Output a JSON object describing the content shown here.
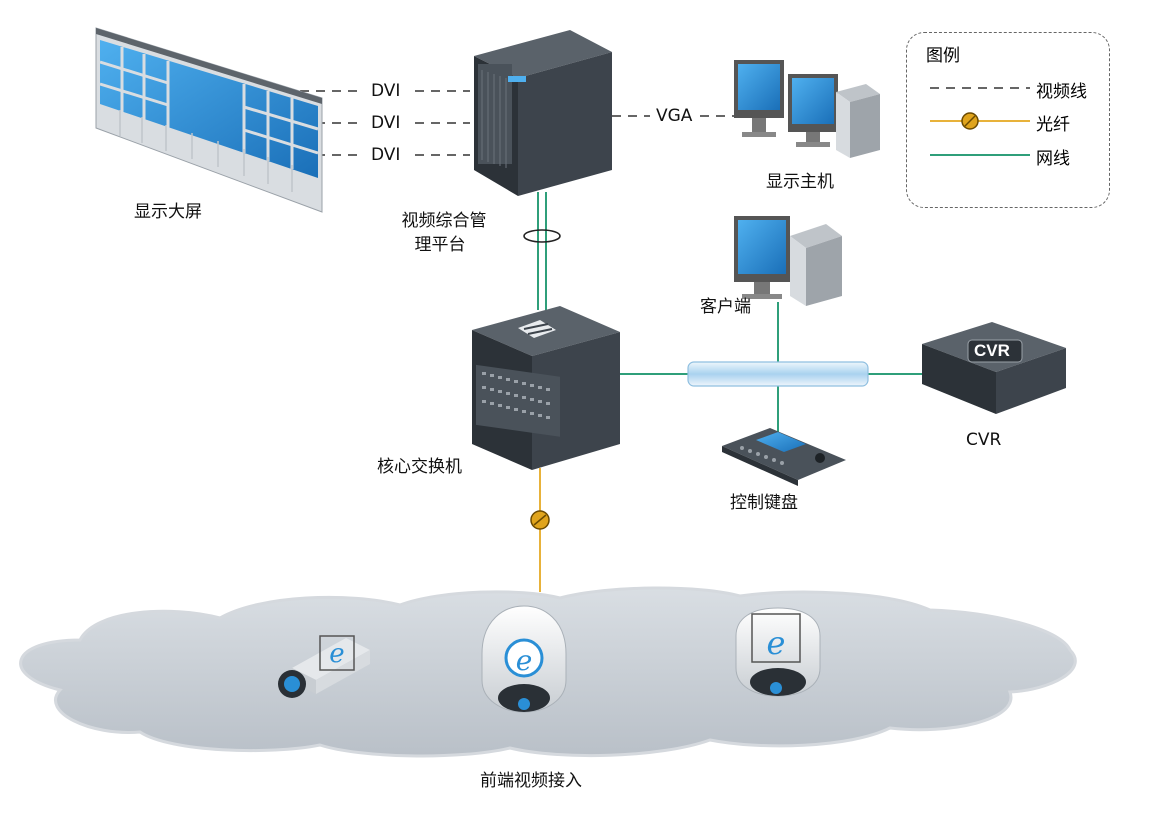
{
  "legend": {
    "title": "图例",
    "items": [
      {
        "label": "视频线",
        "line": "dashed",
        "color": "#333333"
      },
      {
        "label": "光纤",
        "line": "fiber",
        "color": "#e8b23a"
      },
      {
        "label": "网线",
        "line": "solid",
        "color": "#2f9f7a"
      }
    ]
  },
  "nodes": {
    "video_wall": "显示大屏",
    "platform_line1": "视频综合管",
    "platform_line2": "理平台",
    "display_host": "显示主机",
    "client": "客户端",
    "core_switch": "核心交换机",
    "cvr": "CVR",
    "cvr_badge": "CVR",
    "keyboard": "控制键盘",
    "front_end": "前端视频接入"
  },
  "links": {
    "dvi_1": "DVI",
    "dvi_2": "DVI",
    "dvi_3": "DVI",
    "vga": "VGA"
  },
  "colors": {
    "network": "#2f9f7a",
    "fiber": "#e8b23a",
    "video": "#333333",
    "screen": "#2a8fd6",
    "device": "#3d444c",
    "cloud": "#c9cfd6"
  }
}
